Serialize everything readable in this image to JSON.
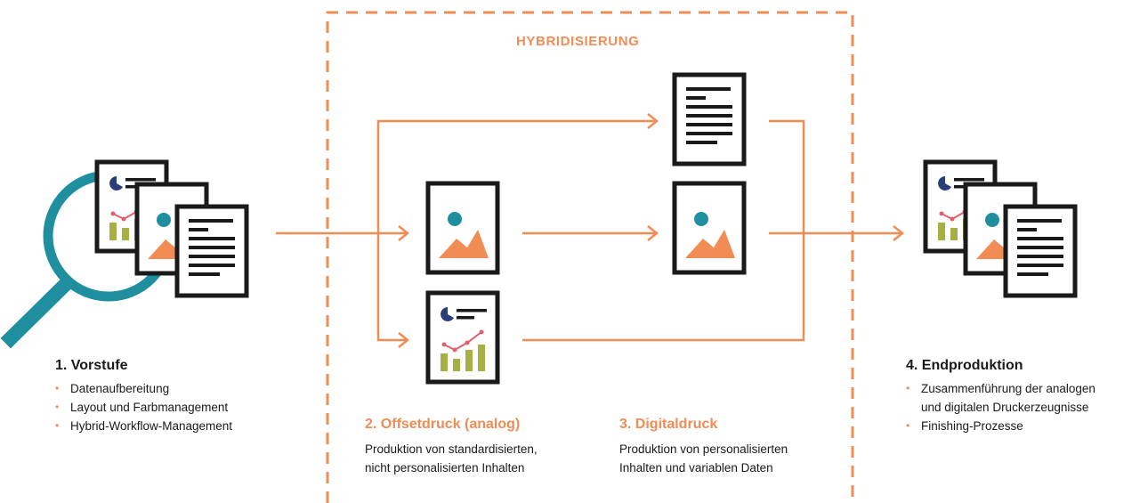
{
  "hybrid": {
    "label": "HYBRIDISIERUNG"
  },
  "vorstufe": {
    "title": "1. Vorstufe",
    "items": [
      "Datenaufbereitung",
      "Layout und Farbmanagement",
      "Hybrid-Workflow-Management"
    ]
  },
  "offset": {
    "title": "2. Offsetdruck (analog)",
    "desc_line1": "Produktion von standardisierten,",
    "desc_line2": "nicht personalisierten Inhalten"
  },
  "digital": {
    "title": "3. Digitaldruck",
    "desc_line1": "Produktion von personalisierten",
    "desc_line2": "Inhalten und variablen Daten"
  },
  "endproduktion": {
    "title": "4. Endproduktion",
    "item1_line1": "Zusammenführung der analogen",
    "item1_line2": "und digitalen Druckerzeugnisse",
    "item2": "Finishing-Prozesse"
  },
  "colors": {
    "accent": "#f28c55",
    "teal": "#1f8fa0",
    "navy": "#2a3e7a",
    "olive": "#a7b045",
    "pink": "#e06070",
    "dark": "#1a1a1a"
  }
}
